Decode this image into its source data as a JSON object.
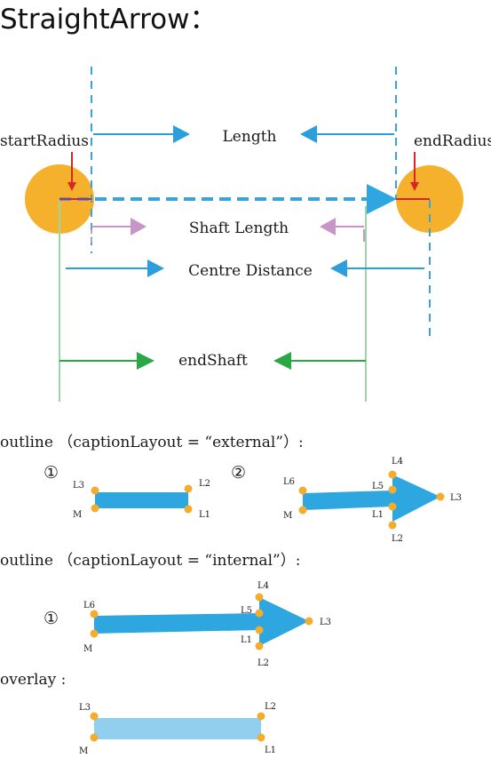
{
  "title": "StraightArrow：",
  "labels": {
    "length": "Length",
    "start_radius": "startRadius",
    "end_radius": "endRadius",
    "shaft_length": "Shaft Length",
    "centre_distance": "Centre Distance",
    "end_shaft": "endShaft"
  },
  "sections": {
    "outline_external": "outline （captionLayout = “external”）:",
    "outline_internal": "outline （captionLayout = “internal”）:",
    "overlay": "overlay :"
  },
  "markers": {
    "one": "①",
    "two": "②"
  },
  "points": {
    "m": "M",
    "l1": "L1",
    "l2": "L2",
    "l3": "L3",
    "l4": "L4",
    "l5": "L5",
    "l6": "L6"
  },
  "colors": {
    "circle": "#f5b12b",
    "dashed": "#3aa3d9",
    "blue_arrow": "#2b9fdc",
    "pink_arrow": "#c995c8",
    "green": "#2aa845",
    "green_line": "#9ad6a6",
    "red": "#d9262c",
    "shape_fill": "#2ea6e0",
    "overlay_fill": "#92cfee",
    "point": "#f3ad2d"
  }
}
